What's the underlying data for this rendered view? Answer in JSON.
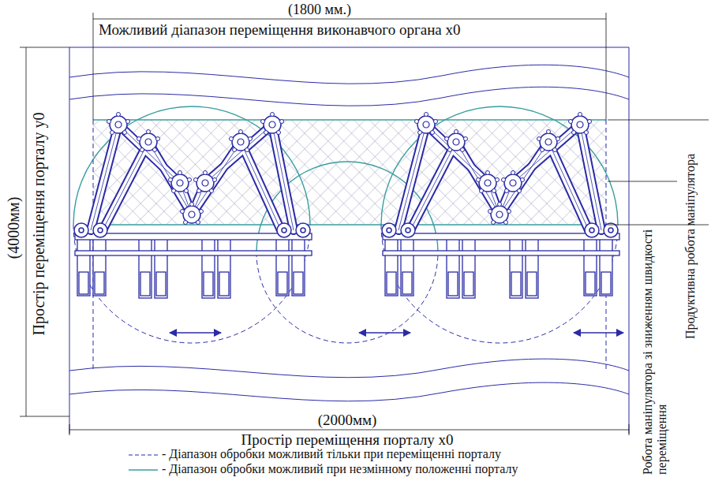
{
  "diagram": {
    "labels": [
      "(1800 мм.)",
      "Можливий діапазон переміщення виконавчого органа x0",
      "(4000мм)",
      "Простір переміщення порталу y0",
      "(2000мм)",
      "Простір переміщення порталу x0",
      "Робота маніпулятора зі зниженням швидкості переміщення",
      "Продуктивна робота маніпулятора"
    ],
    "legend": [
      {
        "text": "- Діапазон обробки можливий тільки при переміщенні порталу"
      },
      {
        "text": "- Діапазон обробки можливий при незмінному положенні порталу"
      }
    ]
  }
}
